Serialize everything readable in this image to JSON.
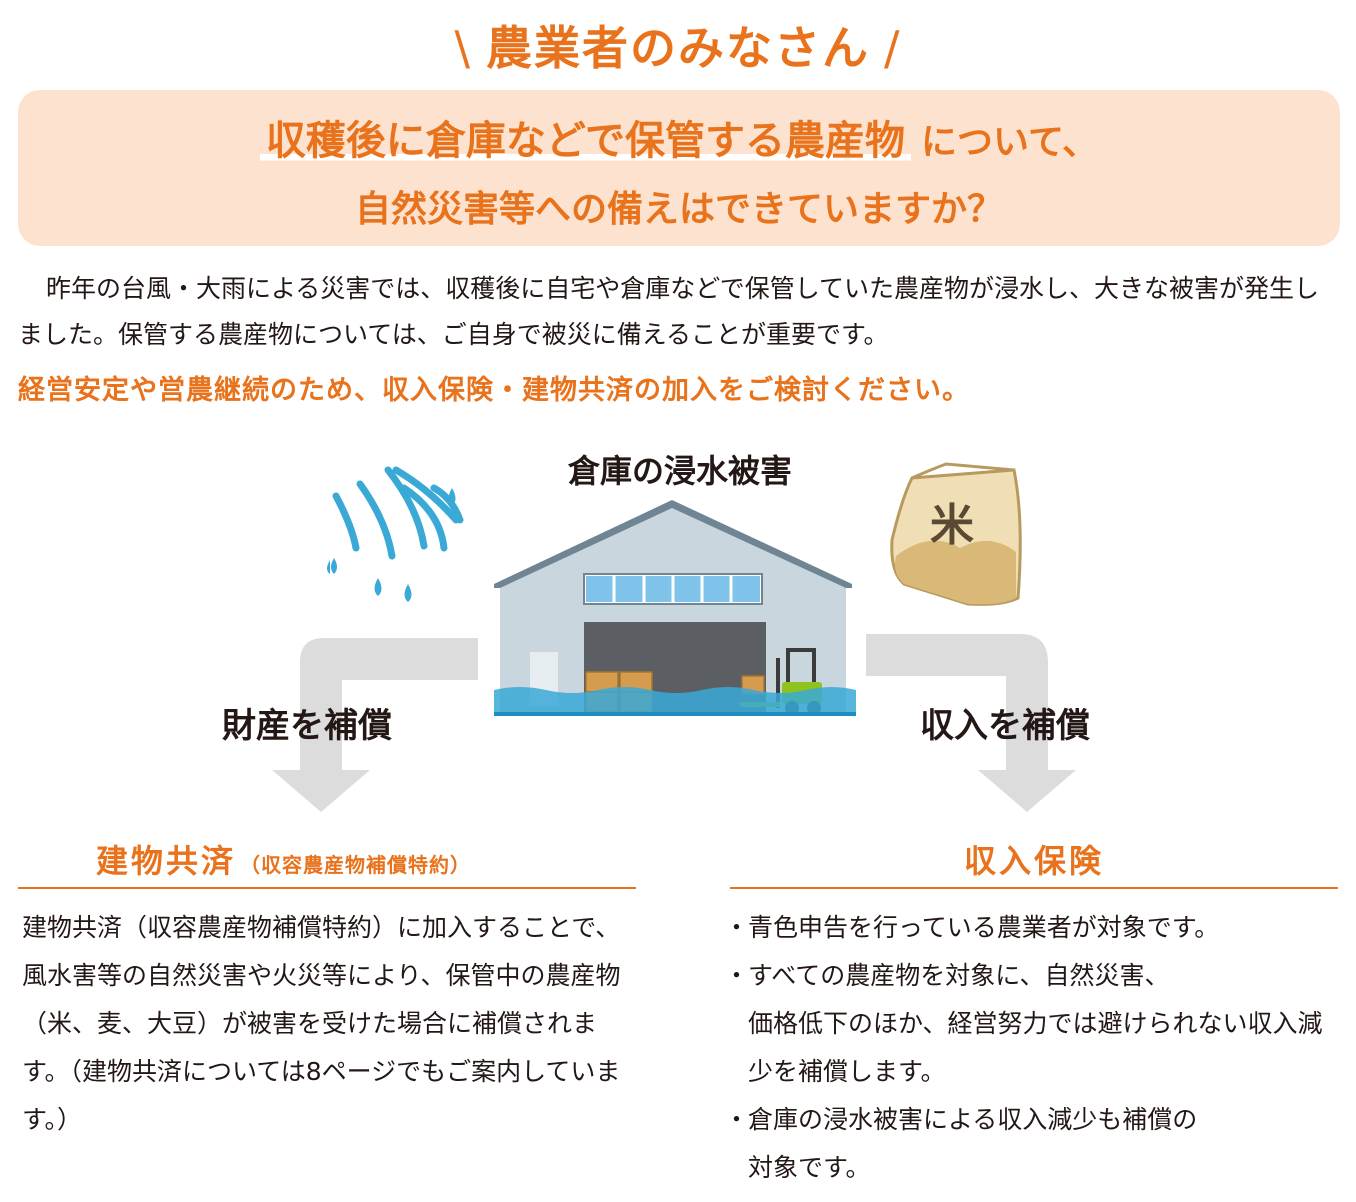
{
  "heading": {
    "slash_left": "\\",
    "text": "農業者のみなさん",
    "slash_right": "/"
  },
  "question": {
    "highlight": "収穫後に倉庫などで保管する農産物",
    "line1_rest": "について、",
    "line2": "自然災害等への備えはできていますか？"
  },
  "intro": {
    "paragraph": "昨年の台風・大雨による災害では、収穫後に自宅や倉庫などで保管していた農産物が浸水し、大きな被害が発生しました。保管する農産物については、ご自身で被災に備えることが重要です。",
    "cta": "経営安定や営農継続のため、収入保険・建物共済の加入をご検討ください。"
  },
  "diagram": {
    "title": "倉庫の浸水被害",
    "bag_label": "米",
    "left_branch": "財産を補償",
    "right_branch": "収入を補償"
  },
  "left_section": {
    "title": "建物共済",
    "subtitle": "（収容農産物補償特約）",
    "body": "建物共済（収容農産物補償特約）に加入することで、風水害等の自然災害や火災等により、保管中の農産物（米、麦、大豆）が被害を受けた場合に補償されます。（建物共済については8ページでもご案内しています。）"
  },
  "right_section": {
    "title": "収入保険",
    "items": [
      {
        "line1": "青色申告を行っている農業者が対象です。",
        "line2": ""
      },
      {
        "line1": "すべての農産物を対象に、自然災害、",
        "line2": "価格低下のほか、経営努力では避けられない収入減少を補償します。"
      },
      {
        "line1": "倉庫の浸水被害による収入減少も補償の",
        "line2": "対象です。"
      }
    ]
  },
  "colors": {
    "accent": "#e8731c",
    "question_bg": "#fde3cf",
    "arrow_gray": "#dcdcdd",
    "water_blue": "#3aa9d6",
    "warehouse_wall": "#c9d6de",
    "warehouse_roof": "#6f8593"
  }
}
